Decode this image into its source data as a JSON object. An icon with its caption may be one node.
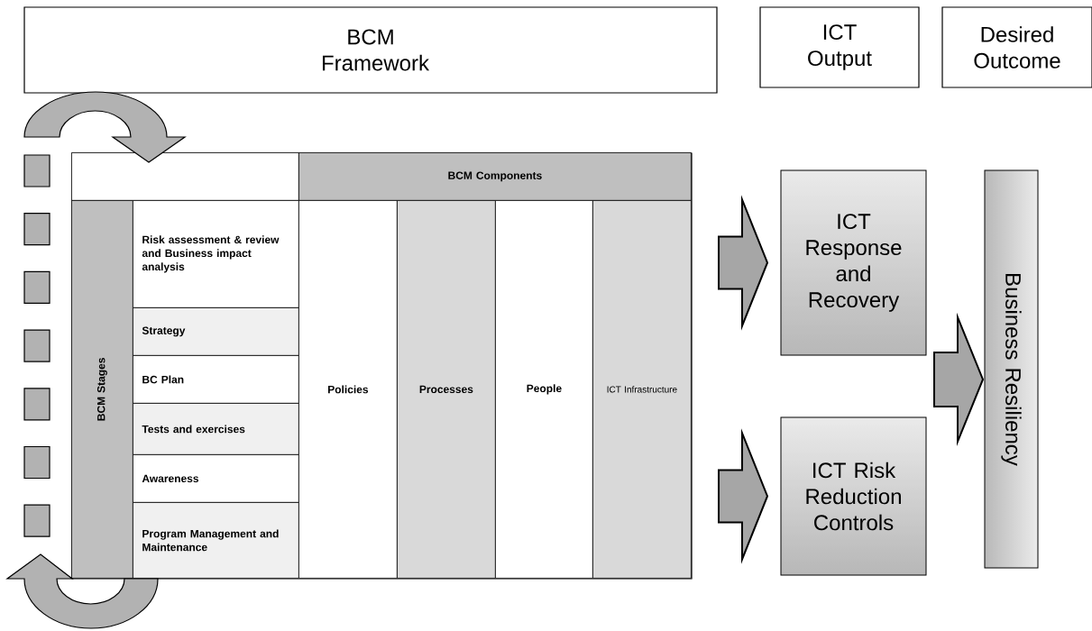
{
  "diagram": {
    "nodes": [
      {
        "text": [
          "BCM Framework"
        ]
      },
      {
        "text": [
          "ICT Output"
        ]
      },
      {
        "text": [
          "Desired Outcome"
        ]
      },
      {
        "text": [],
        "shape": "box"
      },
      {
        "text": [],
        "shape": "box",
        "in": 3
      },
      {
        "text": [
          "BCM Components"
        ],
        "in": 3
      },
      {
        "text": [
          "BCM Stages"
        ],
        "in": 3
      },
      {
        "text": [
          "Risk assessment & review and Business impact analysis"
        ],
        "in": 3
      },
      {
        "text": [
          "Strategy"
        ],
        "in": 3
      },
      {
        "text": [
          "BC Plan"
        ],
        "in": 3
      },
      {
        "text": [
          "Tests and exercises"
        ],
        "in": 3
      },
      {
        "text": [
          "Awareness"
        ],
        "in": 3
      },
      {
        "text": [
          "Program Management and Maintenance"
        ],
        "in": 3
      },
      {
        "text": [
          "Policies"
        ],
        "in": 3
      },
      {
        "text": [
          "Processes"
        ],
        "in": 3
      },
      {
        "text": [
          "People"
        ],
        "in": 3
      },
      {
        "text": [
          "ICT Infrastructure"
        ],
        "in": 3
      },
      {
        "text": [
          "ICT Response and Recovery"
        ]
      },
      {
        "text": [
          "ICT Risk Reduction Controls"
        ]
      },
      {
        "text": [
          "Business Resiliency"
        ]
      }
    ],
    "edges": [
      {
        "from": 3,
        "to": 17,
        "arrow": "to"
      },
      {
        "from": 3,
        "to": 18,
        "arrow": "to"
      },
      {
        "from": 17,
        "to": 19,
        "arrow": "to"
      },
      {
        "from": 18,
        "to": 19,
        "arrow": "to"
      }
    ]
  }
}
